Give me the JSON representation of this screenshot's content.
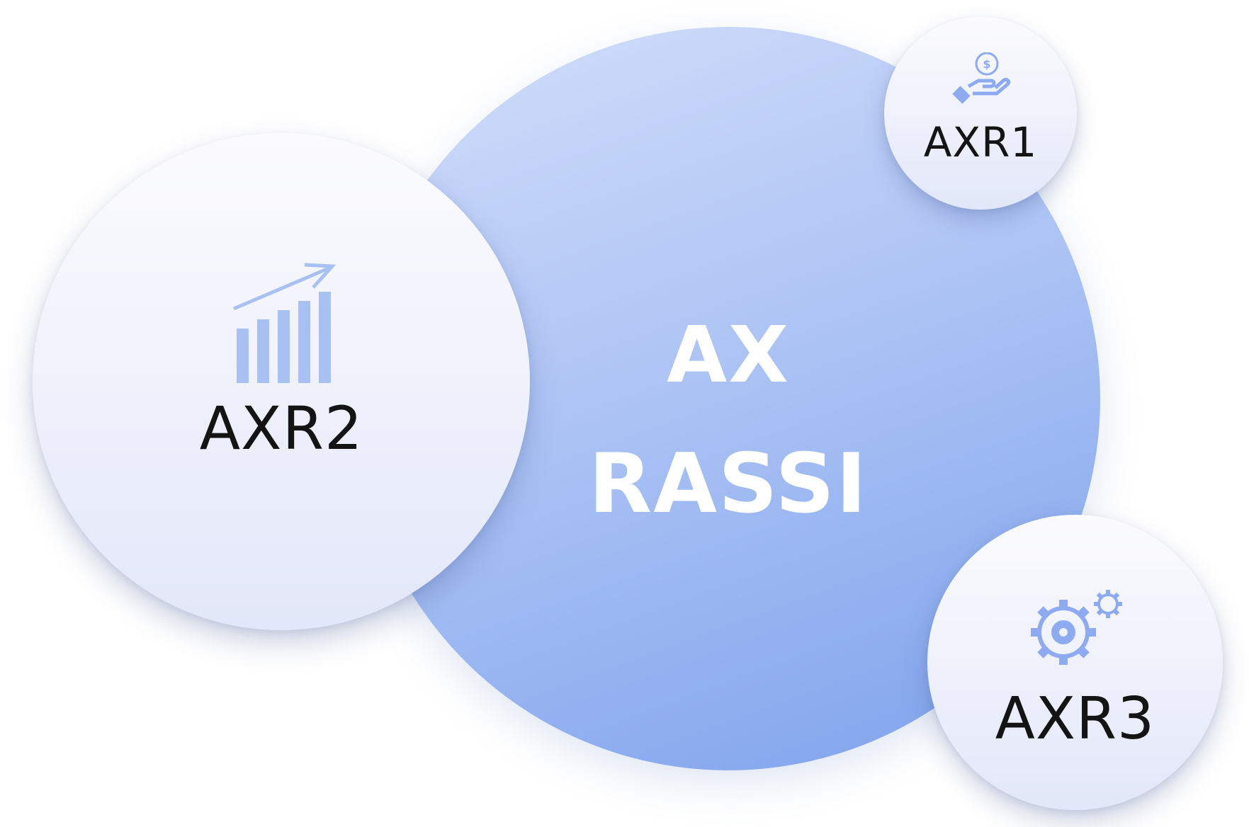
{
  "center": {
    "line1": "AX",
    "line2": "RASSI",
    "color": "#ffffff",
    "gradient": [
      "#d3defa",
      "#7ea1ec"
    ]
  },
  "nodes": [
    {
      "label": "AXR1",
      "icon": "hand-coin-icon"
    },
    {
      "label": "AXR2",
      "icon": "growth-bar-chart-icon"
    },
    {
      "label": "AXR3",
      "icon": "gears-icon"
    }
  ],
  "accent_color": "#8eabf1",
  "label_color": "#141414"
}
